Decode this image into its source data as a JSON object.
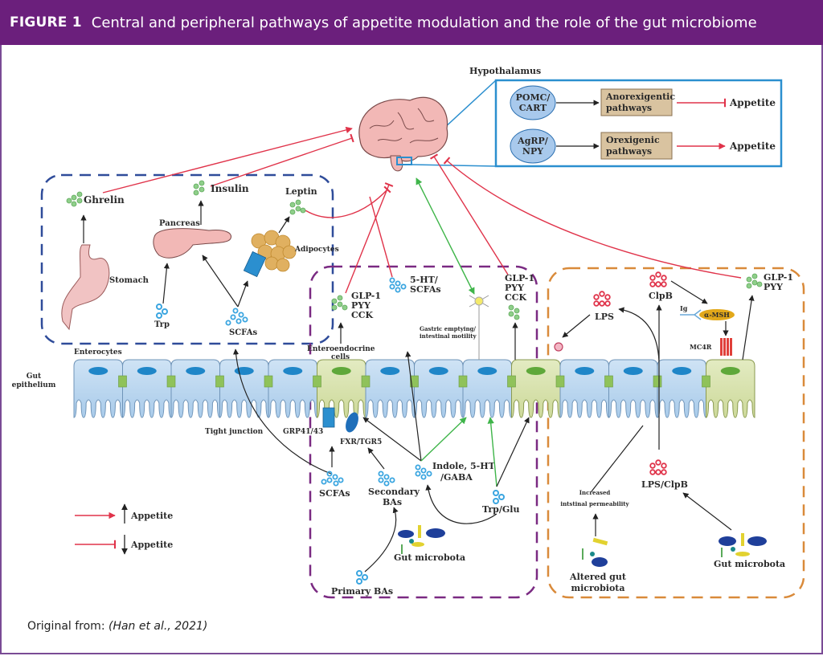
{
  "header": {
    "figure_label": "FIGURE 1",
    "title": "Central and peripheral pathways of appetite modulation and the role of the gut microbiome"
  },
  "colors": {
    "header_bg": "#6b1f7c",
    "stimulate_arrow": "#e0334a",
    "inhibit_arrow": "#e0334a",
    "neural_arrow": "#3fb54a",
    "box_peripheral": "#2f4c9a",
    "box_gut": "#7a2a82",
    "box_microbiome": "#d98a3a",
    "hypothalamus_box": "#2b8fcf"
  },
  "hypothalamus": {
    "title": "Hypothalamus",
    "rows": [
      {
        "neuron": "POMC/\nCART",
        "neuron_l1": "POMC/",
        "neuron_l2": "CART",
        "pathway_l1": "Anorexigentic",
        "pathway_l2": "pathways",
        "effect": "Appetite",
        "effect_type": "inhibit"
      },
      {
        "neuron": "AgRP/\nNPY",
        "neuron_l1": "AgRP/",
        "neuron_l2": "NPY",
        "pathway_l1": "Orexigenic",
        "pathway_l2": "pathways",
        "effect": "Appetite",
        "effect_type": "stimulate"
      }
    ]
  },
  "peripheral": {
    "ghrelin": "Ghrelin",
    "insulin": "Insulin",
    "leptin": "Leptin",
    "pancreas": "Pancreas",
    "adipocytes": "Adipocytes",
    "stomach": "Stomach",
    "trp": "Trp",
    "scfas": "SCFAs"
  },
  "gut": {
    "enterocytes": "Enterocytes",
    "epithelium_l1": "Gut",
    "epithelium_l2": "epithelium",
    "enteroendocrine_l1": "Enteroendocrine",
    "enteroendocrine_l2": "cells",
    "tight_junction": "Tight junction",
    "grp": "GRP41/43",
    "fxr": "FXR/TGR5",
    "glp_left": [
      "GLP-1",
      "PYY",
      "CCK"
    ],
    "glp_mid": [
      "GLP-1",
      "PYY",
      "CCK"
    ],
    "ht_scfas_l1": "5-HT/",
    "ht_scfas_l2": "SCFAs",
    "gastric_l1": "Gastric emptying/",
    "gastric_l2": "intestinal motility",
    "scfas": "SCFAs",
    "secondary_l1": "Secondary",
    "secondary_l2": "BAs",
    "indole_l1": "Indole, 5-HT",
    "indole_l2": "/GABA",
    "trp_glu": "Trp/Glu",
    "gut_microbota": "Gut microbota",
    "primary_bas": "Primary BAs"
  },
  "microbiome": {
    "lps": "LPS",
    "clpb": "ClpB",
    "ig": "Ig",
    "amsh": "α-MSH",
    "mc4r": "MC4R",
    "glp_right": [
      "GLP-1",
      "PYY"
    ],
    "increased_l1": "Increased",
    "increased_l2": "intstinal permeability",
    "lps_clpb": "LPS/ClpB",
    "altered_l1": "Altered gut",
    "altered_l2": "microbiota",
    "gut_microbota": "Gut microbota"
  },
  "legend": [
    {
      "label": "Appetite",
      "type": "stimulate",
      "direction": "up"
    },
    {
      "label": "Appetite",
      "type": "inhibit",
      "direction": "down"
    }
  ],
  "credit": {
    "prefix": "Original from: ",
    "citation": "(Han et al., 2021)"
  }
}
